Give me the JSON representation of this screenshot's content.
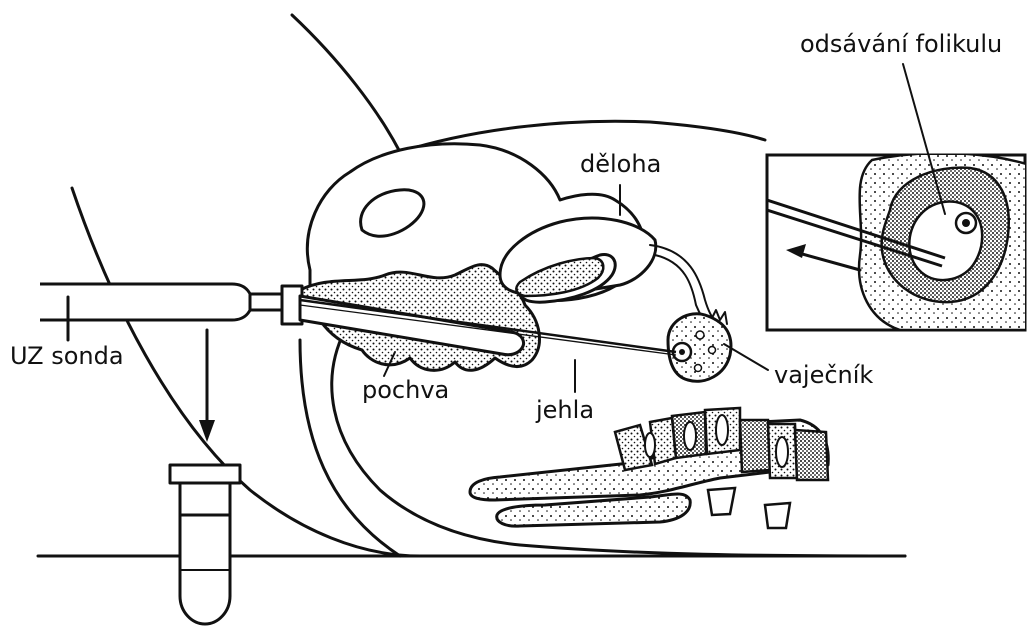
{
  "labels": {
    "uz_sonda": "UZ sonda",
    "pochva": "pochva",
    "jehla": "jehla",
    "deloha": "děloha",
    "vajecnik": "vaječník",
    "odsavani_folikulu": "odsávání folikulu"
  },
  "colors": {
    "ink": "#111111",
    "background": "#ffffff"
  }
}
